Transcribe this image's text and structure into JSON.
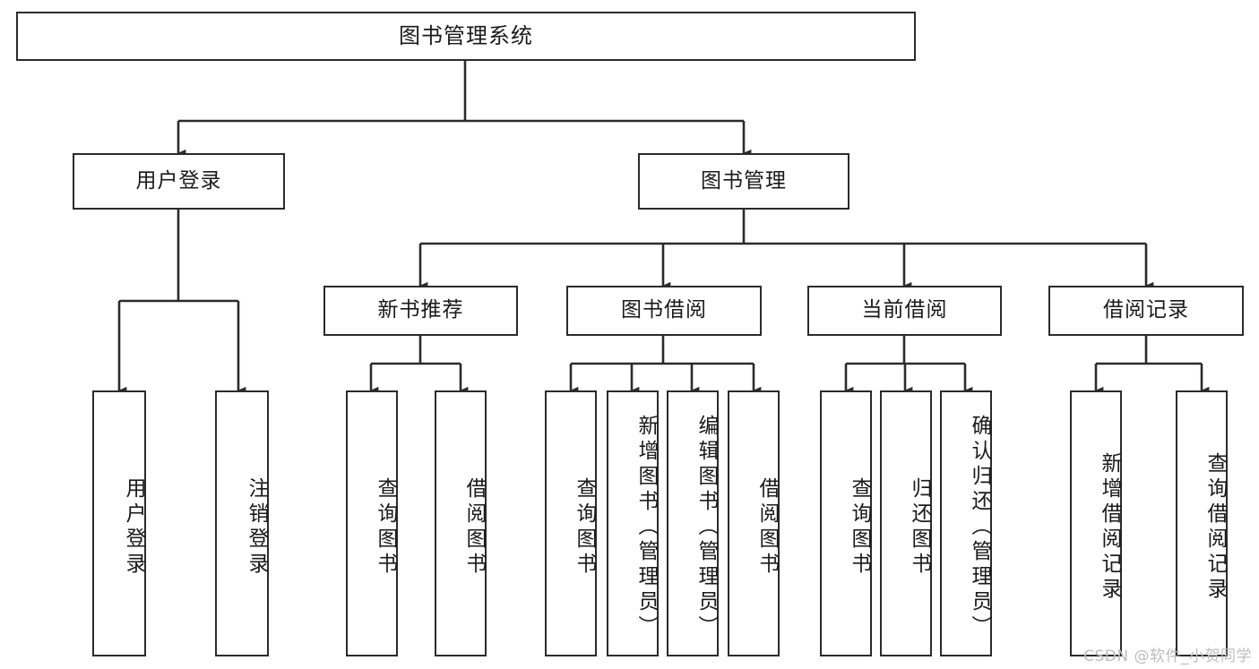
{
  "diagram": {
    "type": "hierarchy-tree",
    "title": "图书管理系统",
    "background_color": "#ffffff",
    "line_color": "#2b2b2b",
    "text_color": "#1a1a1a",
    "watermark": "CSDN @软件_小贺同学",
    "nodes": {
      "root": {
        "label": "图书管理系统",
        "level": 1
      },
      "l2": [
        {
          "id": "user-login",
          "label": "用户登录",
          "level": 2
        },
        {
          "id": "book-manage",
          "label": "图书管理",
          "level": 2
        }
      ],
      "l3": [
        {
          "id": "new-book-recommend",
          "label": "新书推荐",
          "level": 3
        },
        {
          "id": "book-borrow",
          "label": "图书借阅",
          "level": 3
        },
        {
          "id": "current-borrow",
          "label": "当前借阅",
          "level": 3
        },
        {
          "id": "borrow-record",
          "label": "借阅记录",
          "level": 3
        }
      ],
      "leaves": {
        "user-login": [
          {
            "id": "leaf-user-login",
            "label": "用户登录"
          },
          {
            "id": "leaf-logout",
            "label": "注销登录"
          }
        ],
        "new-book-recommend": [
          {
            "id": "leaf-query-book-1",
            "label": "查询图书"
          },
          {
            "id": "leaf-borrow-book-1",
            "label": "借阅图书"
          }
        ],
        "book-borrow": [
          {
            "id": "leaf-query-book-2",
            "label": "查询图书"
          },
          {
            "id": "leaf-add-book",
            "label": "新增图书（管理员）"
          },
          {
            "id": "leaf-edit-book",
            "label": "编辑图书（管理员）"
          },
          {
            "id": "leaf-borrow-book-2",
            "label": "借阅图书"
          }
        ],
        "current-borrow": [
          {
            "id": "leaf-query-book-3",
            "label": "查询图书"
          },
          {
            "id": "leaf-return-book",
            "label": "归还图书"
          },
          {
            "id": "leaf-confirm-return",
            "label": "确认归还（管理员）"
          }
        ],
        "borrow-record": [
          {
            "id": "leaf-add-record",
            "label": "新增借阅记录"
          },
          {
            "id": "leaf-query-record",
            "label": "查询借阅记录"
          }
        ]
      }
    }
  }
}
